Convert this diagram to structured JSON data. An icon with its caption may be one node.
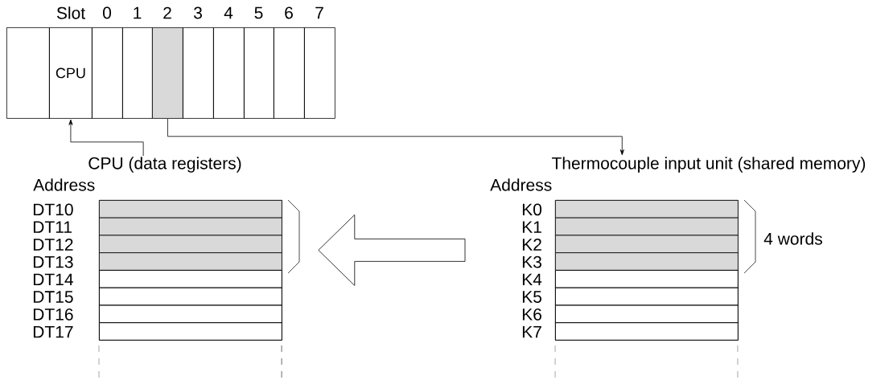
{
  "diagram": {
    "nodes": [
      {
        "text": [],
        "shape": "box"
      },
      {
        "text": [
          "CPU"
        ]
      },
      {
        "text": [],
        "shape": "box"
      },
      {
        "text": [],
        "shape": "box"
      },
      {
        "text": [],
        "shape": "box"
      },
      {
        "text": [],
        "shape": "box"
      },
      {
        "text": [],
        "shape": "box"
      },
      {
        "text": [],
        "shape": "box"
      },
      {
        "text": [],
        "shape": "box"
      },
      {
        "text": [],
        "shape": "box"
      },
      {
        "text": [
          "CPU (data registers)"
        ]
      },
      {
        "text": [
          "Thermocouple input unit (shared memory)"
        ]
      },
      {
        "text": [],
        "shape": "box"
      },
      {
        "text": [],
        "shape": "box",
        "in": 12,
        "beside": [
          "DT10"
        ]
      },
      {
        "text": [],
        "shape": "box",
        "in": 12,
        "beside": [
          "DT11"
        ]
      },
      {
        "text": [],
        "shape": "box",
        "in": 12,
        "beside": [
          "DT12"
        ]
      },
      {
        "text": [],
        "shape": "box",
        "in": 12,
        "beside": [
          "DT13"
        ]
      },
      {
        "text": [],
        "shape": "box",
        "in": 12,
        "beside": [
          "DT14"
        ]
      },
      {
        "text": [],
        "shape": "box",
        "in": 12,
        "beside": [
          "DT15"
        ]
      },
      {
        "text": [],
        "shape": "box",
        "in": 12,
        "beside": [
          "DT16"
        ]
      },
      {
        "text": [],
        "shape": "box",
        "in": 12,
        "beside": [
          "DT17"
        ]
      },
      {
        "text": [],
        "shape": "box"
      },
      {
        "text": [],
        "shape": "box",
        "in": 21,
        "beside": [
          "K0"
        ]
      },
      {
        "text": [],
        "shape": "box",
        "in": 21,
        "beside": [
          "K1"
        ]
      },
      {
        "text": [],
        "shape": "box",
        "in": 21,
        "beside": [
          "K2"
        ]
      },
      {
        "text": [],
        "shape": "box",
        "in": 21,
        "beside": [
          "K3"
        ]
      },
      {
        "text": [],
        "shape": "box",
        "in": 21,
        "beside": [
          "K4"
        ]
      },
      {
        "text": [],
        "shape": "box",
        "in": 21,
        "beside": [
          "K5"
        ]
      },
      {
        "text": [],
        "shape": "box",
        "in": 21,
        "beside": [
          "K6"
        ]
      },
      {
        "text": [],
        "shape": "box",
        "in": 21,
        "beside": [
          "K7"
        ]
      }
    ],
    "edges": [
      {
        "from": 10,
        "to": 1,
        "arrow": "to"
      },
      {
        "from": 4,
        "to": 11,
        "arrow": "to"
      },
      {
        "from": 21,
        "to": 12,
        "arrow": "to"
      }
    ],
    "labels": [
      "Slot",
      "0",
      "1",
      "2",
      "3",
      "4",
      "5",
      "6",
      "7",
      "Address",
      "Address",
      "4 words"
    ]
  }
}
